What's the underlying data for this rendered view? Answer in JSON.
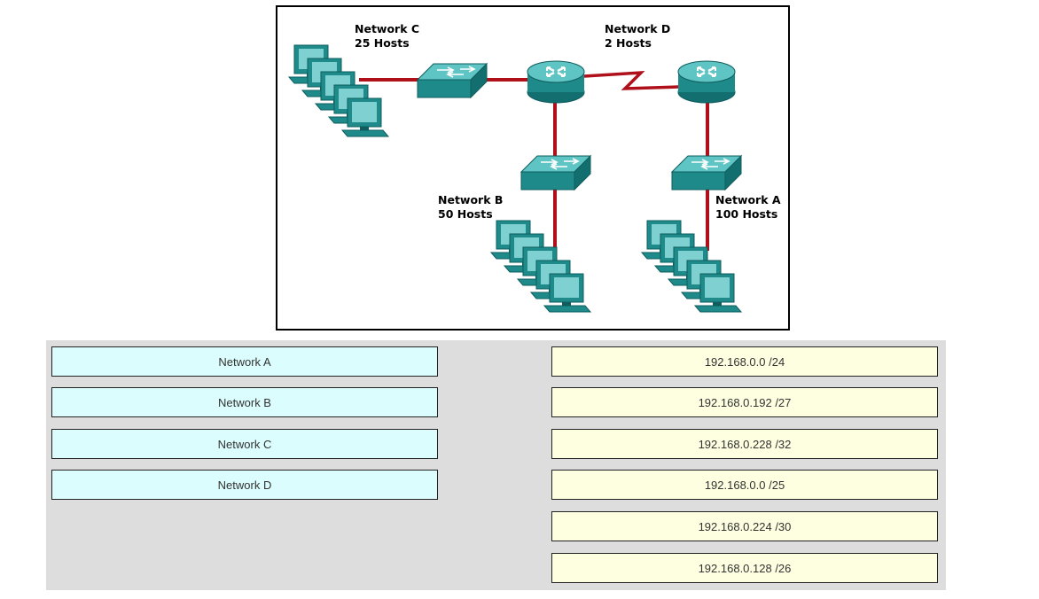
{
  "diagram": {
    "networks": [
      {
        "name": "Network C",
        "hosts": "25 Hosts"
      },
      {
        "name": "Network D",
        "hosts": "2 Hosts"
      },
      {
        "name": "Network B",
        "hosts": "50 Hosts"
      },
      {
        "name": "Network A",
        "hosts": "100 Hosts"
      }
    ],
    "colors": {
      "link": "#b0101a",
      "device": "#1f8a8a",
      "device_light": "#5fc4c4",
      "device_dark": "#0f5d5d"
    },
    "icons": [
      "pc-stack-icon",
      "switch-icon",
      "router-icon",
      "serial-link-icon"
    ]
  },
  "left_items": [
    {
      "label": "Network A"
    },
    {
      "label": "Network B"
    },
    {
      "label": "Network C"
    },
    {
      "label": "Network D"
    }
  ],
  "right_items": [
    {
      "label": "192.168.0.0 /24"
    },
    {
      "label": "192.168.0.192 /27"
    },
    {
      "label": "192.168.0.228 /32"
    },
    {
      "label": "192.168.0.0 /25"
    },
    {
      "label": "192.168.0.224 /30"
    },
    {
      "label": "192.168.0.128 /26"
    }
  ]
}
